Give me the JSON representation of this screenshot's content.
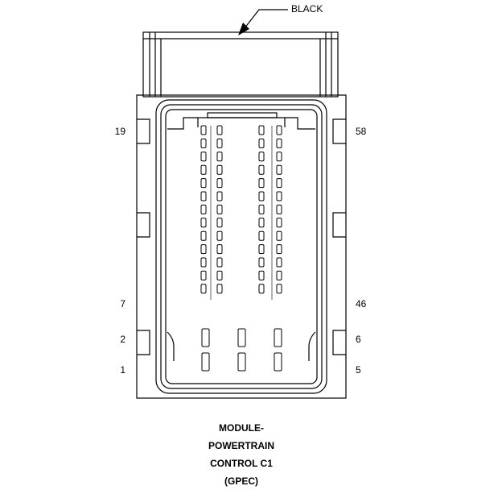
{
  "connector": {
    "color_label": "BLACK",
    "pin_labels": {
      "left_top": "19",
      "right_top": "58",
      "left_mid": "7",
      "right_mid": "46",
      "left_2": "2",
      "right_6": "6",
      "left_1": "1",
      "right_5": "5"
    }
  },
  "caption": {
    "line1": "MODULE-",
    "line2": "POWERTRAIN",
    "line3": "CONTROL C1",
    "line4": "(GPEC)"
  }
}
